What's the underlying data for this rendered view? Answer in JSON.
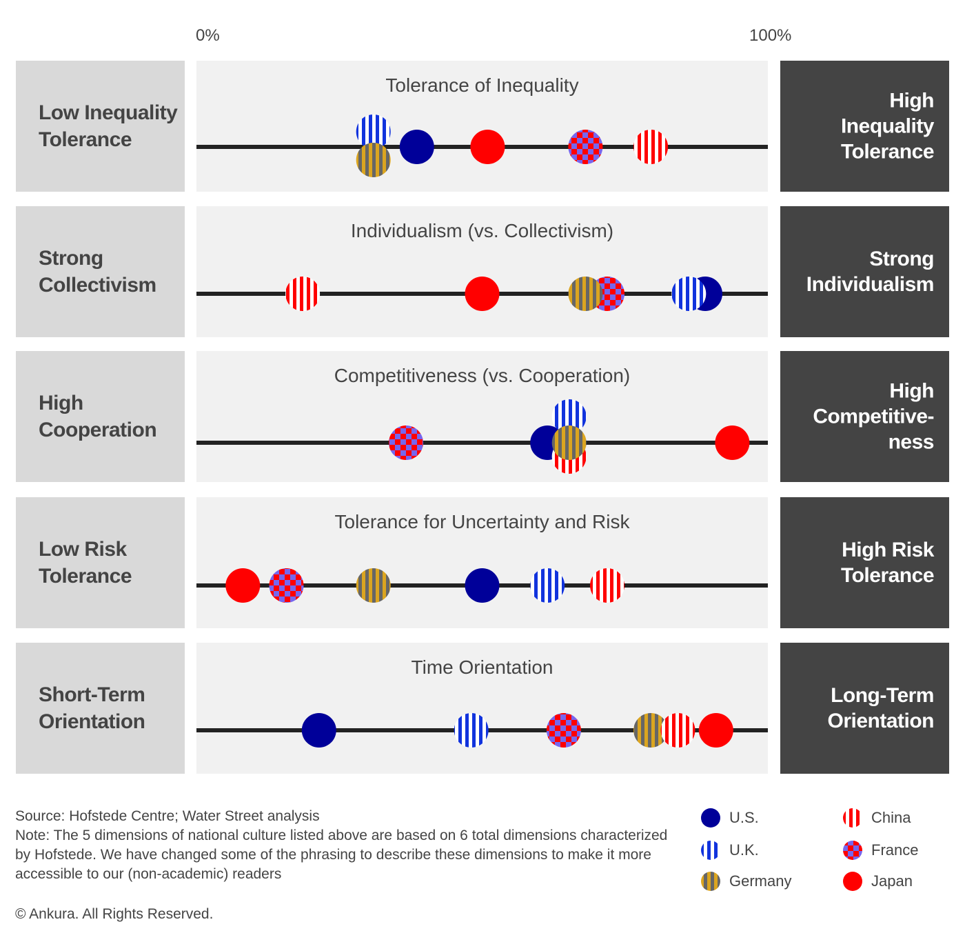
{
  "axis": {
    "min_label": "0%",
    "max_label": "100%"
  },
  "colors": {
    "background_left": "#d9d9d9",
    "background_right": "#444444",
    "panel": "#f1f1f1",
    "line": "#222222"
  },
  "countries": {
    "us": {
      "name": "U.S.",
      "pattern": "solid",
      "color": "#000099"
    },
    "uk": {
      "name": "U.K.",
      "pattern": "vertical-stripes",
      "color": "#1133dd",
      "alt": "#ffffff"
    },
    "germany": {
      "name": "Germany",
      "pattern": "vertical-stripes",
      "color": "#dba520",
      "alt": "#666666"
    },
    "china": {
      "name": "China",
      "pattern": "vertical-stripes",
      "color": "#ff0000",
      "alt": "#ffffff"
    },
    "france": {
      "name": "France",
      "pattern": "checker",
      "color": "#ff0000",
      "alt": "#7766ee"
    },
    "japan": {
      "name": "Japan",
      "pattern": "solid",
      "color": "#ff0000"
    }
  },
  "chart_data": {
    "type": "scatter",
    "xlim": [
      0,
      100
    ],
    "dimensions": [
      {
        "title": "Tolerance of Inequality",
        "left_label": "Low Inequality\nTolerance",
        "right_label": "High\nInequality\nTolerance",
        "values": {
          "uk": 30,
          "germany": 30,
          "us": 38,
          "japan": 51,
          "france": 69,
          "china": 81
        }
      },
      {
        "title": "Individualism (vs. Collectivism)",
        "left_label": "Strong\nCollectivism",
        "right_label": "Strong\nIndividualism",
        "values": {
          "china": 17,
          "japan": 50,
          "germany": 69,
          "france": 73,
          "uk": 88,
          "us": 91
        }
      },
      {
        "title": "Competitiveness (vs. Cooperation)",
        "left_label": "High\nCooperation",
        "right_label": "High\nCompetitive-\nness",
        "values": {
          "france": 36,
          "us": 62,
          "uk": 66,
          "germany": 66,
          "china": 66,
          "japan": 96
        }
      },
      {
        "title": "Tolerance for Uncertainty and Risk",
        "left_label": "Low Risk\nTolerance",
        "right_label": "High Risk\nTolerance",
        "values": {
          "japan": 6,
          "france": 14,
          "germany": 30,
          "us": 50,
          "uk": 62,
          "china": 73
        }
      },
      {
        "title": "Time Orientation",
        "left_label": "Short-Term\nOrientation",
        "right_label": "Long-Term\nOrientation",
        "values": {
          "us": 20,
          "uk": 48,
          "france": 65,
          "germany": 81,
          "china": 86,
          "japan": 93
        }
      }
    ]
  },
  "footer": {
    "source": "Source: Hofstede Centre; Water Street analysis",
    "note": "Note: The 5 dimensions of national culture listed above are based on 6 total dimensions characterized by Hofstede. We have changed some of the phrasing to describe these dimensions to make it more accessible to our (non-academic) readers",
    "copyright": "© Ankura. All Rights Reserved."
  },
  "legend": [
    {
      "key": "us",
      "label": "U.S."
    },
    {
      "key": "uk",
      "label": "U.K."
    },
    {
      "key": "germany",
      "label": "Germany"
    },
    {
      "key": "china",
      "label": "China"
    },
    {
      "key": "france",
      "label": "France"
    },
    {
      "key": "japan",
      "label": "Japan"
    }
  ]
}
